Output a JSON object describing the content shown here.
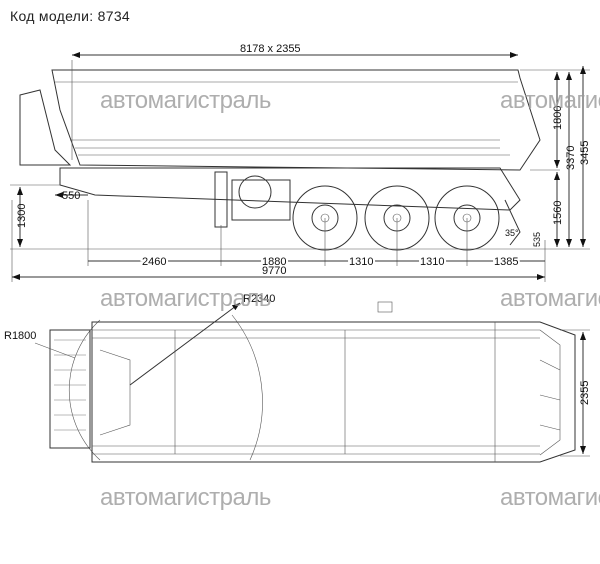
{
  "title": "Код модели: 8734",
  "watermark": "автомагистраль",
  "side_view": {
    "overall_body": "8178 x 2355",
    "body_height": "1800",
    "total_height_a": "3370",
    "total_height_b": "3455",
    "frame_height": "1560",
    "coupling_height": "1300",
    "kingpin_offset": "550",
    "rear_clearance": "535",
    "departure_angle": "35°",
    "wheelbase_segments": [
      "2460",
      "1880",
      "1310",
      "1310",
      "1385"
    ],
    "overall_length": "9770"
  },
  "top_view": {
    "swing_radius_front": "R1800",
    "swing_radius_kingpin": "R2340",
    "width": "2355"
  }
}
